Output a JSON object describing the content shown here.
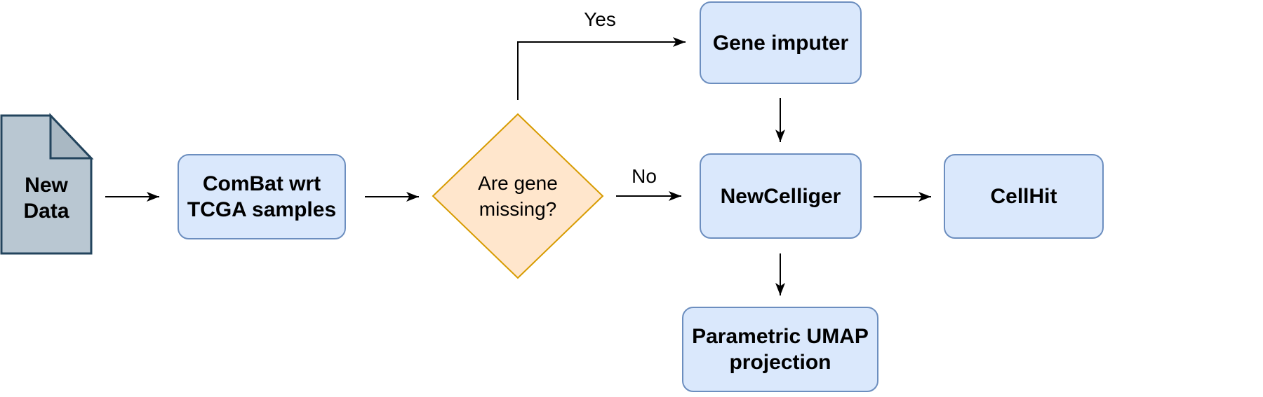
{
  "palette": {
    "canvas_bg": "#ffffff",
    "box_fill": "#dae8fc",
    "box_border": "#6c8ebf",
    "diamond_fill": "#ffe6cc",
    "diamond_border": "#d79b00",
    "doc_fill": "#b9c7d2",
    "doc_fold_fill": "#a9b8c3",
    "doc_border": "#23445d",
    "arrow_color": "#000000",
    "text_color": "#000000"
  },
  "nodes": {
    "new_data": {
      "shape": "document",
      "lines": [
        "New",
        "Data"
      ]
    },
    "combat": {
      "shape": "rounded-box",
      "lines": [
        "ComBat wrt",
        "TCGA samples"
      ]
    },
    "gene_missing": {
      "shape": "diamond",
      "lines": [
        "Are gene",
        "missing?"
      ]
    },
    "gene_imputer": {
      "shape": "rounded-box",
      "lines": [
        "Gene imputer"
      ]
    },
    "newcelliger": {
      "shape": "rounded-box",
      "lines": [
        "NewCelliger"
      ]
    },
    "cellhit": {
      "shape": "rounded-box",
      "lines": [
        "CellHit"
      ]
    },
    "umap": {
      "shape": "rounded-box",
      "lines": [
        "Parametric UMAP",
        "projection"
      ]
    }
  },
  "edges": {
    "yes_label": "Yes",
    "no_label": "No"
  }
}
